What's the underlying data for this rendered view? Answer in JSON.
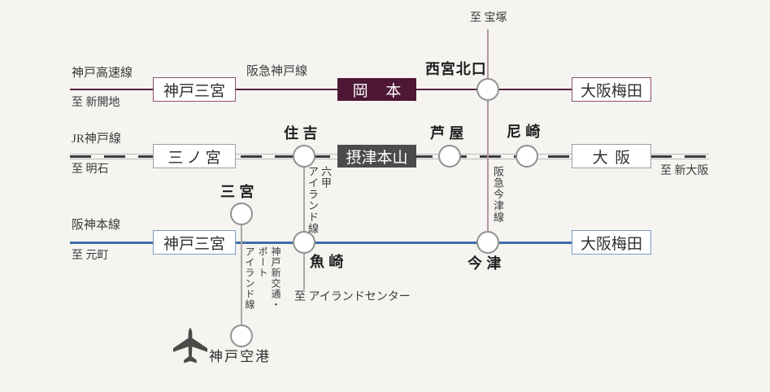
{
  "diagram": {
    "hankyu": {
      "left_line_name": "神戸高速線",
      "left_dest": "至 新開地",
      "line_name": "阪急神戸線",
      "st_kobe_sannomiya": "神戸三宮",
      "st_okamoto": "岡本",
      "st_nishinomiya_kitaguchi": "西宮北口",
      "st_osaka_umeda": "大阪梅田",
      "branch_name": "阪急今津線",
      "branch_north_dest": "至 宝塚"
    },
    "jr": {
      "line_name": "JR神戸線",
      "left_dest": "至 明石",
      "right_dest": "至 新大阪",
      "st_sannomiya": "三ノ宮",
      "st_sumiyoshi": "住吉",
      "st_settsu_motoyama": "摂津本山",
      "st_ashiya": "芦屋",
      "st_amagasaki": "尼崎",
      "st_osaka": "大阪"
    },
    "hanshin": {
      "line_name": "阪神本線",
      "left_dest": "至 元町",
      "st_kobe_sannomiya": "神戸三宮",
      "st_uozaki": "魚崎",
      "st_imazu": "今津",
      "st_osaka_umeda": "大阪梅田"
    },
    "rokko_island": {
      "line_name": "六甲\nアイランド線",
      "south_dest": "至 アイランドセンター"
    },
    "port_island": {
      "line_name": "神戸新交通・\nポート\nアイランド線",
      "st_sannomiya": "三宮",
      "st_kobe_airport": "神戸空港"
    },
    "colors": {
      "background": "#f5f4f1",
      "hankyu_line": "#58203f",
      "okamoto_fill": "#4d1735",
      "hankyu_imazu_line": "#b296a7",
      "jr_dash": "#3c3c3c",
      "settsu_motoyama_fill": "#4b4b4b",
      "hanshin_line": "#3e6da7",
      "branch_gray": "#aaa8a5"
    }
  }
}
